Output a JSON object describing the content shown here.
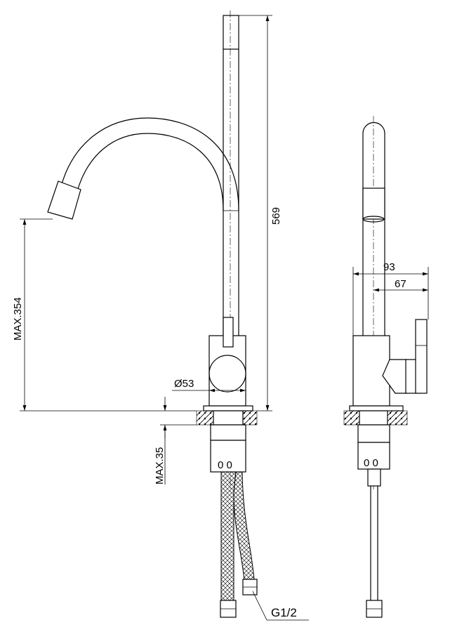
{
  "front_view": {
    "height_total": "569",
    "spout_height": "MAX.354",
    "body_diameter": "Ø53",
    "countertop_thickness": "MAX.35",
    "connection_thread": "G1/2",
    "nut_marks": "0 0"
  },
  "side_view": {
    "depth_total": "93",
    "lever_depth": "67",
    "nut_marks": "0 0"
  }
}
